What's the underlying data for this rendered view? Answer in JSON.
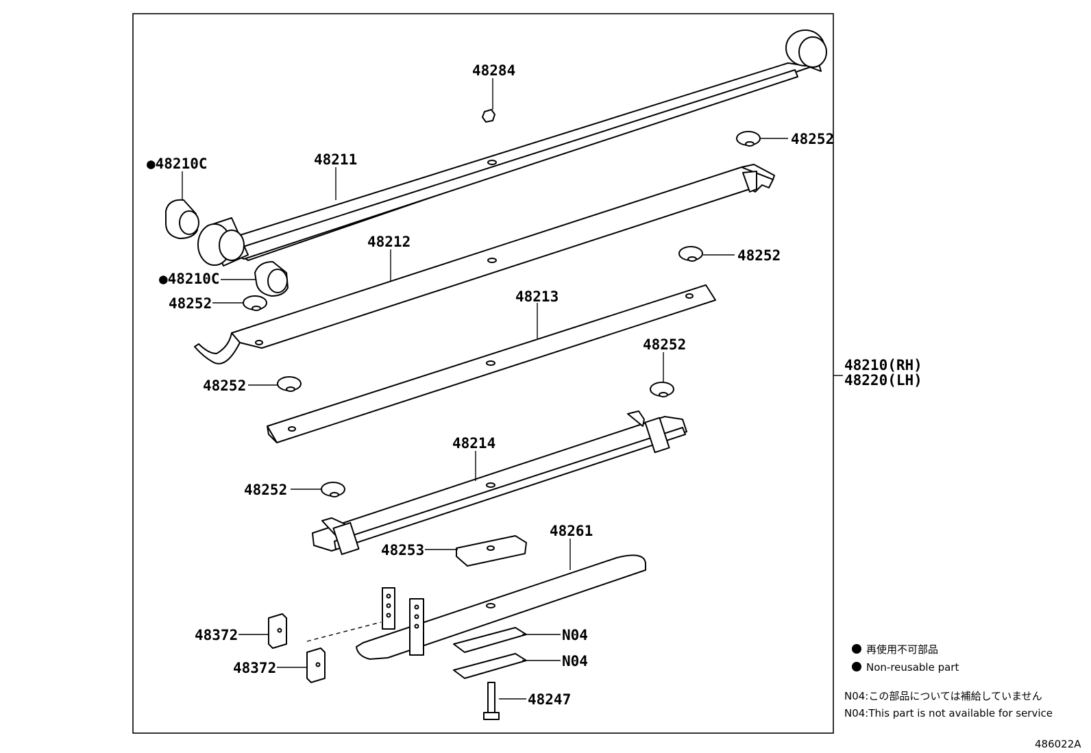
{
  "labels": {
    "p48284": "48284",
    "p48211": "48211",
    "p48210c_top": "●48210C",
    "p48210c_bottom": "●48210C",
    "p48252_a": "48252",
    "p48252_b": "48252",
    "p48252_c": "48252",
    "p48252_d": "48252",
    "p48252_e": "48252",
    "p48252_f": "48252",
    "p48212": "48212",
    "p48213": "48213",
    "p48214": "48214",
    "p48253": "48253",
    "p48261": "48261",
    "p48372_a": "48372",
    "p48372_b": "48372",
    "n04_a": "N04",
    "n04_b": "N04",
    "p48247": "48247",
    "assy_rh": "48210(RH)",
    "assy_lh": "48220(LH)"
  },
  "legend": {
    "non_reusable_jp": "再使用不可部品",
    "non_reusable_en": "Non-reusable part",
    "n04_note_jp": "N04:この部品については補給していません",
    "n04_note_en": "N04:This part is not available for service"
  },
  "diagram_id": "486022A"
}
